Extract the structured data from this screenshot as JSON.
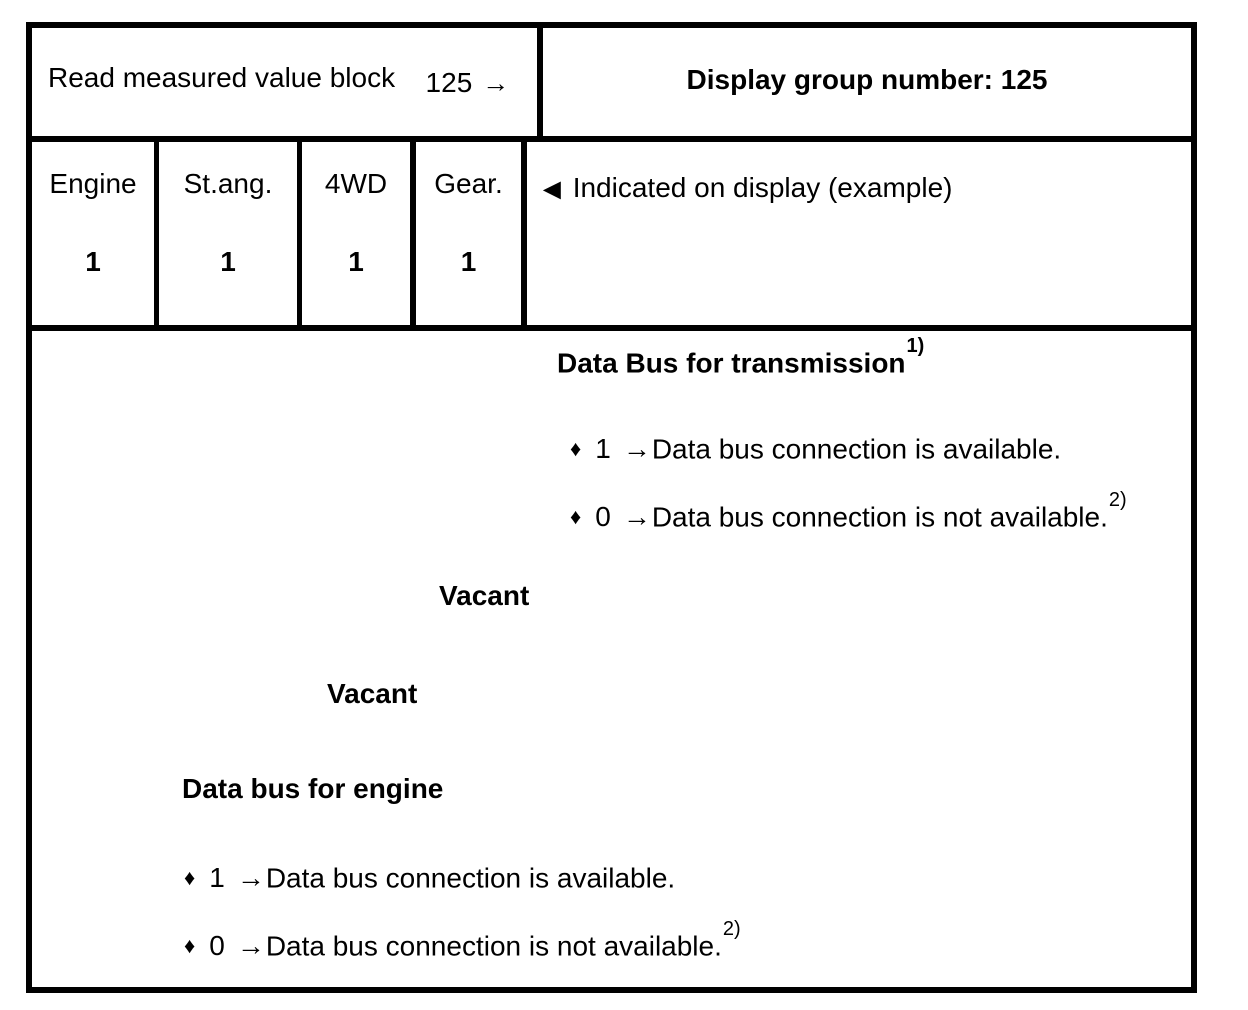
{
  "colors": {
    "ink": "#000000",
    "paper": "#ffffff"
  },
  "header": {
    "left": {
      "label": "Read measured value block",
      "value": "125",
      "arrow": "→"
    },
    "right": {
      "title": "Display group number: 125"
    }
  },
  "fields": [
    {
      "label": "Engine",
      "value": "1"
    },
    {
      "label": "St.ang.",
      "value": "1"
    },
    {
      "label": "4WD",
      "value": "1"
    },
    {
      "label": "Gear.",
      "value": "1"
    }
  ],
  "indicated": {
    "marker": "◄",
    "text": "Indicated on display (example)"
  },
  "body": {
    "transmission": {
      "title": "Data Bus for transmission",
      "sup": "1)",
      "items": [
        {
          "bullet": "♦",
          "value": "1",
          "arrow": "→",
          "text": "Data bus connection is available.",
          "sup": ""
        },
        {
          "bullet": "♦",
          "value": "0",
          "arrow": "→",
          "text": "Data bus connection is not available.",
          "sup": "2)"
        }
      ]
    },
    "vacant1": "Vacant",
    "vacant2": "Vacant",
    "engine": {
      "title": "Data bus for engine",
      "items": [
        {
          "bullet": "♦",
          "value": "1",
          "arrow": "→",
          "text": "Data bus connection is available.",
          "sup": ""
        },
        {
          "bullet": "♦",
          "value": "0",
          "arrow": "→",
          "text": "Data bus connection is not available.",
          "sup": "2)"
        }
      ]
    }
  }
}
